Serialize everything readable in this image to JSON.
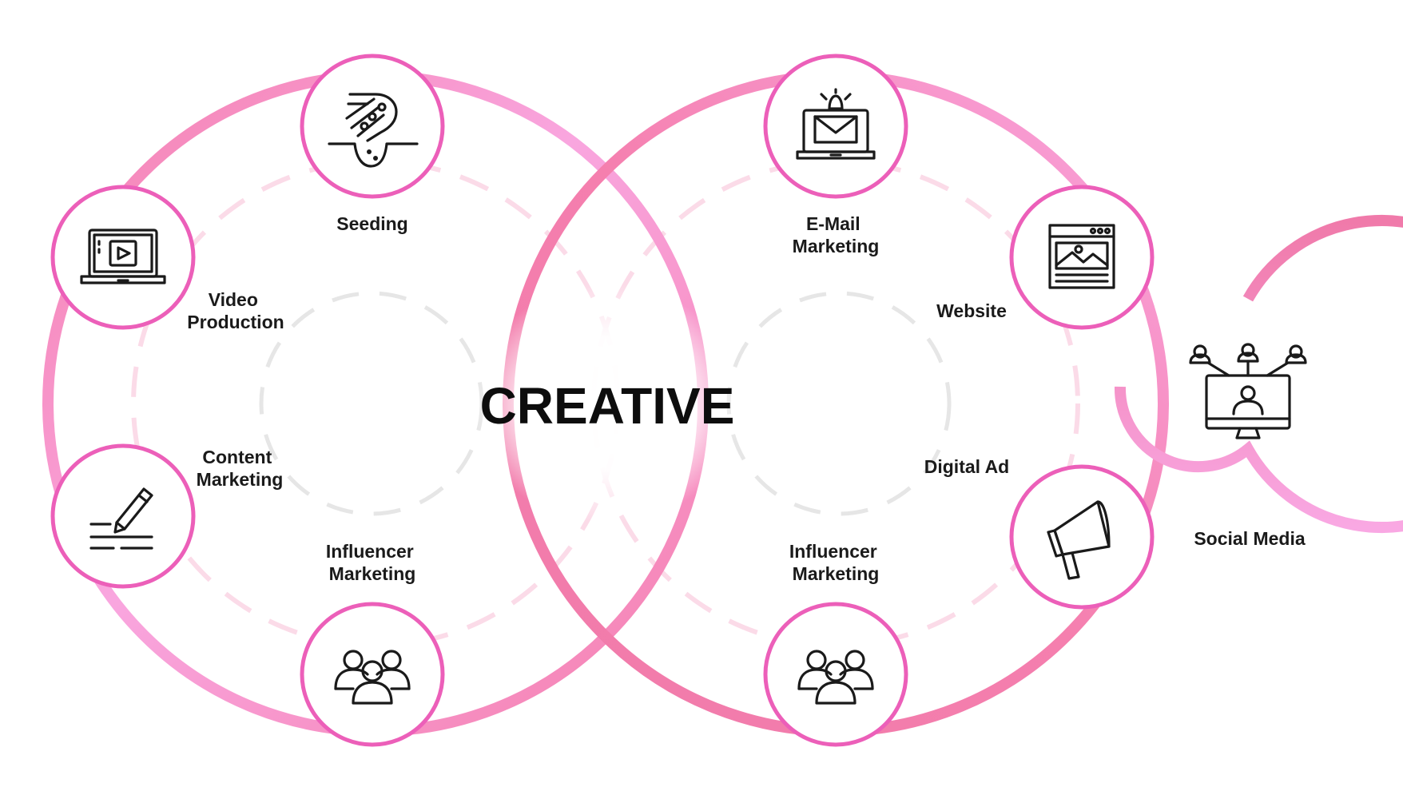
{
  "center": {
    "title": "CREATIVE"
  },
  "labels": {
    "seeding": "Seeding",
    "video_production": [
      "Video",
      "Production"
    ],
    "content_marketing": [
      "Content",
      "Marketing"
    ],
    "influencer_left": [
      "Influencer",
      "Marketing"
    ],
    "email_marketing": [
      "E-Mail",
      "Marketing"
    ],
    "website": "Website",
    "digital_ad": "Digital Ad",
    "influencer_right": [
      "Influencer",
      "Marketing"
    ],
    "social_media": "Social Media"
  },
  "icons": {
    "seeding": "hand-seed-icon",
    "video_production": "laptop-video-icon",
    "content_marketing": "pen-writing-icon",
    "influencer_left": "people-group-icon",
    "email_marketing": "laptop-email-icon",
    "website": "browser-image-icon",
    "digital_ad": "megaphone-icon",
    "influencer_right": "people-group-icon",
    "social_media": "network-monitor-icon"
  },
  "colors": {
    "ring_primary": "#f07aaa",
    "ring_light": "#f9a8e3",
    "node_border": "#ec5fb9",
    "dash_light": "#fbdbe8",
    "dash_inner": "#e6e6e6",
    "text": "#1a1a1a"
  }
}
